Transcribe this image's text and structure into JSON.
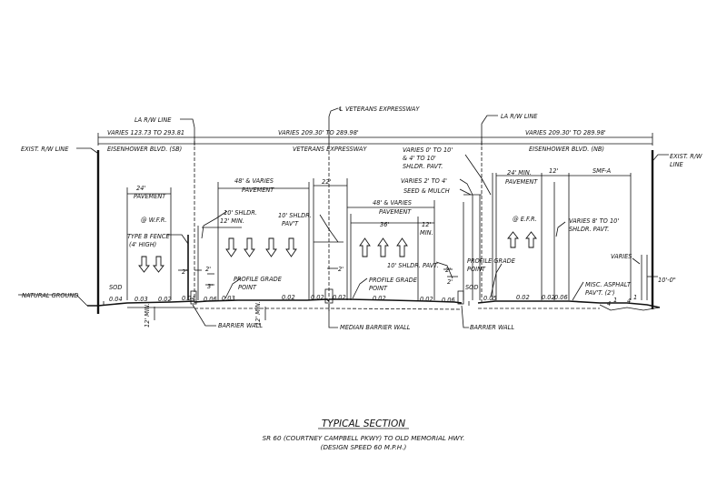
{
  "dims": {
    "la_rw_left": "LA R/W LINE",
    "veterans_cl": "℄ VETERANS EXPRESSWAY",
    "la_rw_right": "LA R/W LINE",
    "varies_left": "VARIES 123.73 TO 293.81",
    "varies_middle": "VARIES 209.30' TO 289.98'",
    "varies_right": "VARIES 209.30' TO 289.98'",
    "exist_rw_left": "EXIST. R/W LINE",
    "exist_rw_right_1": "EXIST. R/W",
    "exist_rw_right_2": "LINE"
  },
  "roads": {
    "eisenhower_sb": "EISENHOWER BLVD. (SB)",
    "veterans": "VETERANS EXPRESSWAY",
    "eisenhower_nb": "EISENHOWER BLVD. (NB)"
  },
  "left": {
    "pavement_width": "24'",
    "pavement": "PAVEMENT",
    "wfr": "@ W.F.R.",
    "fence_1": "TYPE B FENCE",
    "fence_2": "(4' HIGH)",
    "dim_2a": "2'",
    "sod": "SOD",
    "natural_ground": "NATURAL GROUND",
    "slope_004a": "0.04",
    "slope_003a": "0.03",
    "slope_002a": "0.02",
    "slope_004b": "0.04",
    "min_12": "12' MIN."
  },
  "center": {
    "pav48_a_1": "48' & VARIES",
    "pav48_a_2": "PAVEMENT",
    "shldr10_a": "10' SHLDR.",
    "min12_a": "12' MIN.",
    "shldr_pavt_1": "10' SHLDR.",
    "shldr_pavt_2": "PAV'T",
    "dim22": "22'",
    "dim2_b": "2'",
    "dim3": "3'",
    "dim2_c": "2'",
    "pgp_a_1": "PROFILE GRADE",
    "pgp_a_2": "POINT",
    "slope_006a": "0.06",
    "slope_003b": "0.03",
    "slope_002b": "0.02",
    "slope_002c": "0.02",
    "slope_002d": "0.02",
    "slope_002e": "0.02",
    "slope_002f": "0.02",
    "slope_006b": "0.06",
    "pav48_b_1": "48' & VARIES",
    "pav48_b_2": "PAVEMENT",
    "dim36": "36'",
    "min12_b_1": "12'",
    "min12_b_2": "MIN.",
    "shldr_pavt_b": "10' SHLDR. PAVT.",
    "pgp_b_1": "PROFILE GRADE",
    "pgp_b_2": "POINT",
    "dim2_d": "2'",
    "dim2_e": "2'",
    "min12_c": "12' MIN.",
    "barrier_left": "BARRIER WALL",
    "median_barrier": "MEDIAN BARRIER WALL",
    "barrier_right": "BARRIER WALL"
  },
  "right": {
    "varies_0_1": "VARIES 0' TO 10'",
    "varies_0_2": "& 4' TO 10'",
    "varies_0_3": "SHLDR. PAVT.",
    "varies_2_4": "VARIES 2' TO 4'",
    "seed": "SEED & MULCH",
    "min24_1": "24' MIN.",
    "min24_2": "PAVEMENT",
    "dim12": "12'",
    "smf": "SMF-A",
    "efr": "@ E.F.R.",
    "varies_8_1": "VARIES 8' TO 10'",
    "varies_8_2": "SHLDR. PAVT.",
    "pgp_1": "PROFILE GRADE",
    "pgp_2": "POINT",
    "sod": "SOD",
    "slope_005": "0.05",
    "slope_002a": "0.02",
    "slope_002b": "0.02",
    "slope_006": "0.06",
    "varies": "VARIES",
    "dim10": "10'-0\"",
    "misc_1": "MISC. ASPHALT",
    "misc_2": "PAV'T. (2')",
    "slope_a": "4",
    "slope_b": "1",
    "slope_c": "4",
    "slope_d": "1"
  },
  "title": {
    "main": "TYPICAL SECTION",
    "line1": "SR 60 (COURTNEY CAMPBELL PKWY) TO OLD MEMORIAL HWY.",
    "line2": "(DESIGN SPEED 60 M.P.H.)"
  }
}
